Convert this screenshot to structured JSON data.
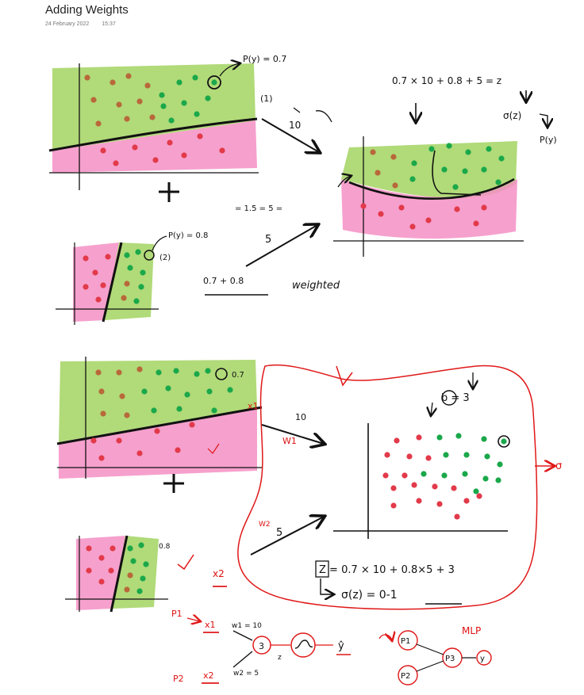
{
  "note": {
    "title": "Adding Weights",
    "date": "24 February 2022",
    "time": "15:37"
  },
  "colors": {
    "green_region": "#a8d66a",
    "pink_region": "#f58fc4",
    "green_dot": "#1aa84a",
    "brown_dot": "#b8683a",
    "red_dot": "#e23a4a",
    "red_ink": "#e01818",
    "black_ink": "#111111"
  },
  "annotations": {
    "top_py": "P(y) = 0.7",
    "top_label_1": "(1)",
    "top_w1": "10",
    "top_eq": "0.7 × 10 + 0.8 + 5 = z",
    "top_sigma": "σ(z)",
    "top_py_out": "P(y)",
    "mid_py": "P(y) = 0.8",
    "mid_label_2": "(2)",
    "mid_formula": "= 1.5 = 5 =",
    "mid_w2": "5",
    "mid_sum": "0.7 + 0.8",
    "mid_weighted": "weighted",
    "b_label": "b = 3",
    "bottom_07": "0.7",
    "x1_label": "x1",
    "w1_label": "W1",
    "w1_value": "10",
    "w2_label": "W2",
    "w2_value": "5",
    "z_eq": "Z = 0.7 × 10 + 0.8×5 + 3",
    "sigma_eq": "σ(z) = 0-1",
    "sigma_right": "σ",
    "p1": "P1",
    "p2": "P2",
    "x1": "x1",
    "x2": "x2",
    "x2_mid": "x2",
    "w1_eq": "w1 = 10",
    "w2_eq": "w2 = 5",
    "node_3": "3",
    "z_small": "z",
    "yhat": "ŷ",
    "mlp": "MLP",
    "node_p1": "P1",
    "node_p2": "P2",
    "node_p3": "P3",
    "node_y": "y",
    "bottom_08": "0.8"
  }
}
